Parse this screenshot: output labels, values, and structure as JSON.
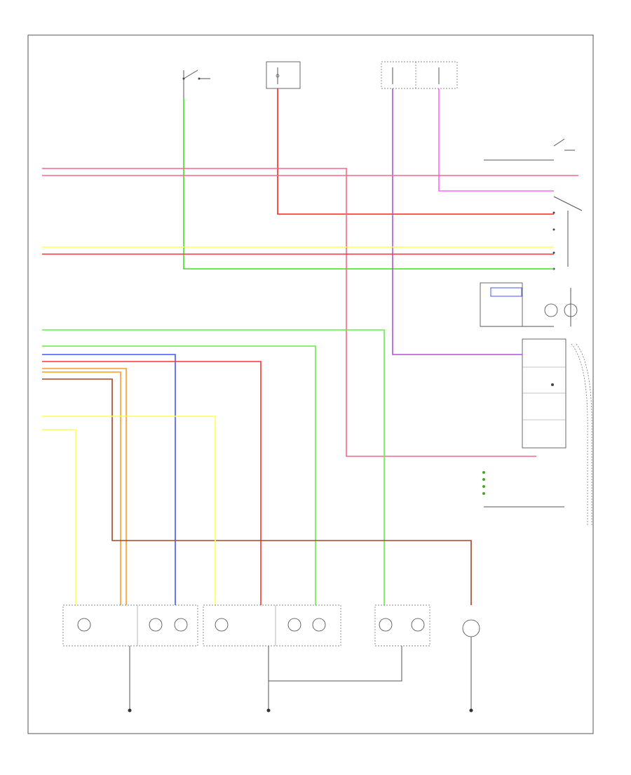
{
  "wires": [
    {
      "id": "w-green-top",
      "color": "#44dd22"
    },
    {
      "id": "w-red-top",
      "color": "#ff2222"
    },
    {
      "id": "w-red-mid",
      "color": "#ff3333"
    },
    {
      "id": "w-violet",
      "color": "#aa55dd"
    },
    {
      "id": "w-pink",
      "color": "#ff66ff"
    },
    {
      "id": "w-pink-bus",
      "color": "#ff6688"
    },
    {
      "id": "w-yellow",
      "color": "#ffff55"
    },
    {
      "id": "w-green",
      "color": "#66ee44"
    },
    {
      "id": "w-blue",
      "color": "#4455ff"
    },
    {
      "id": "w-orange",
      "color": "#ff9922"
    },
    {
      "id": "w-brown",
      "color": "#aa4422"
    },
    {
      "id": "w-gray",
      "color": "#888888"
    }
  ]
}
